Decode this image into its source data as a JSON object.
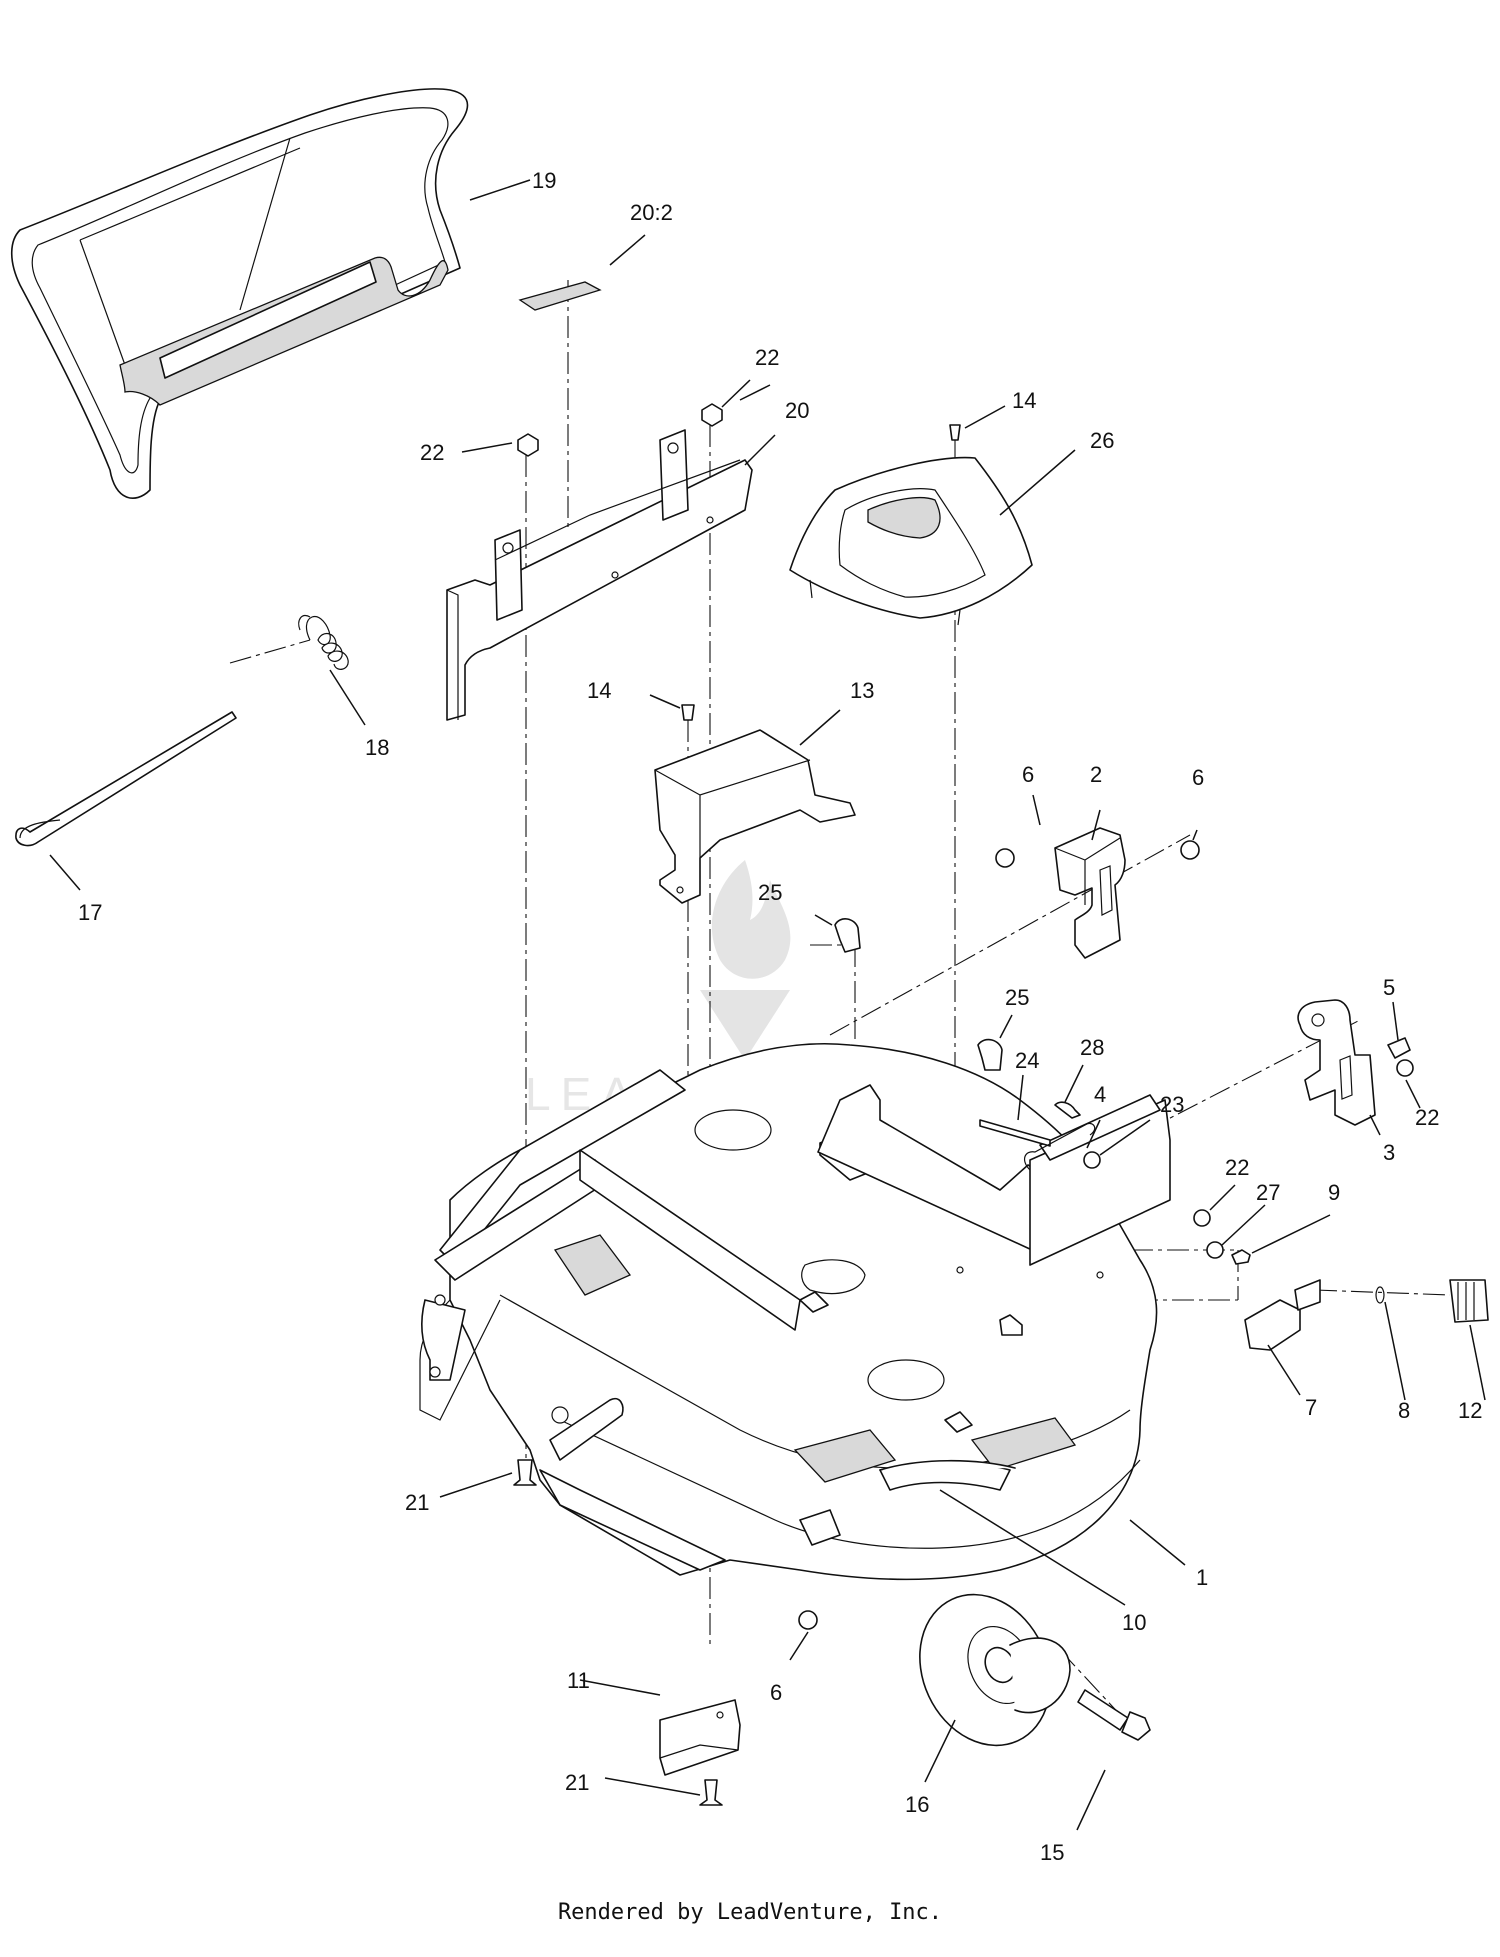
{
  "watermark": {
    "brand_text": "LEADVENTURE"
  },
  "footer": {
    "text": "Rendered by LeadVenture, Inc."
  },
  "callouts": [
    {
      "id": "c1",
      "label": "1"
    },
    {
      "id": "c2",
      "label": "2"
    },
    {
      "id": "c3",
      "label": "3"
    },
    {
      "id": "c4",
      "label": "4"
    },
    {
      "id": "c5",
      "label": "5"
    },
    {
      "id": "c6a",
      "label": "6"
    },
    {
      "id": "c6b",
      "label": "6"
    },
    {
      "id": "c6c",
      "label": "6"
    },
    {
      "id": "c7",
      "label": "7"
    },
    {
      "id": "c8",
      "label": "8"
    },
    {
      "id": "c9",
      "label": "9"
    },
    {
      "id": "c10",
      "label": "10"
    },
    {
      "id": "c11",
      "label": "11"
    },
    {
      "id": "c12",
      "label": "12"
    },
    {
      "id": "c13",
      "label": "13"
    },
    {
      "id": "c14a",
      "label": "14"
    },
    {
      "id": "c14b",
      "label": "14"
    },
    {
      "id": "c15",
      "label": "15"
    },
    {
      "id": "c16",
      "label": "16"
    },
    {
      "id": "c17",
      "label": "17"
    },
    {
      "id": "c18",
      "label": "18"
    },
    {
      "id": "c19",
      "label": "19"
    },
    {
      "id": "c20",
      "label": "20"
    },
    {
      "id": "c20b",
      "label": "20:2"
    },
    {
      "id": "c21a",
      "label": "21"
    },
    {
      "id": "c21b",
      "label": "21"
    },
    {
      "id": "c22a",
      "label": "22"
    },
    {
      "id": "c22b",
      "label": "22"
    },
    {
      "id": "c22c",
      "label": "22"
    },
    {
      "id": "c22d",
      "label": "22"
    },
    {
      "id": "c23",
      "label": "23"
    },
    {
      "id": "c24",
      "label": "24"
    },
    {
      "id": "c25a",
      "label": "25"
    },
    {
      "id": "c25b",
      "label": "25"
    },
    {
      "id": "c26",
      "label": "26"
    },
    {
      "id": "c27",
      "label": "27"
    },
    {
      "id": "c28",
      "label": "28"
    }
  ]
}
